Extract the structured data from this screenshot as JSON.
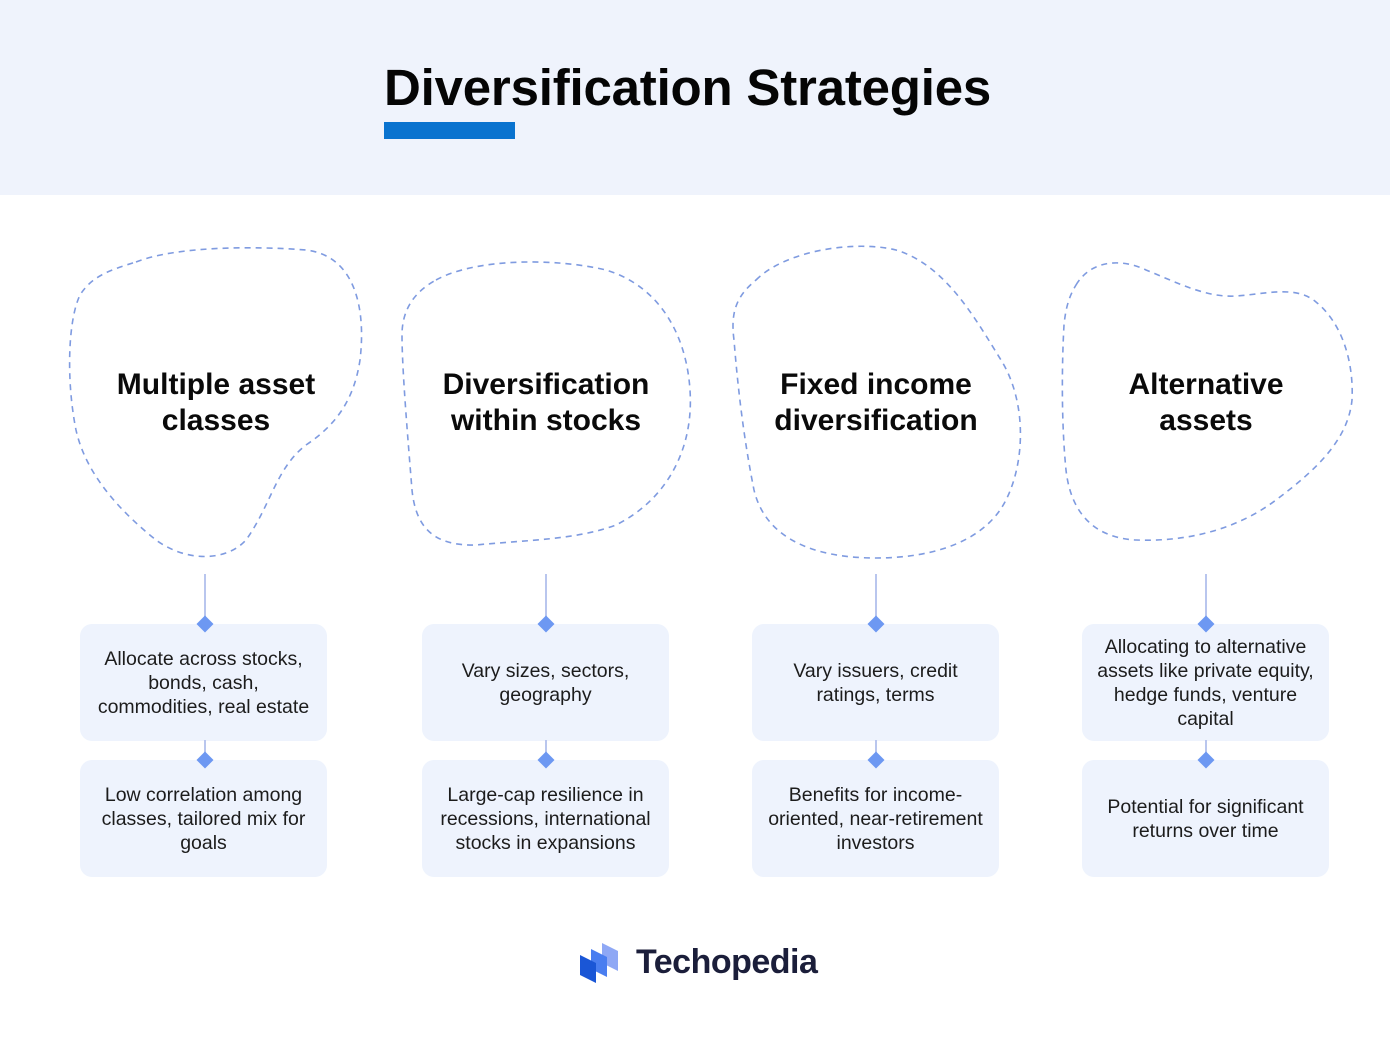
{
  "header": {
    "title": "Diversification Strategies",
    "accent_color": "#0a73cf",
    "background_color": "#eff3fc"
  },
  "strategies": [
    {
      "title": "Multiple asset classes",
      "title_lines": [
        "Multiple asset",
        "classes"
      ],
      "cards": [
        "Allocate across stocks, bonds, cash, commodities, real estate",
        "Low correlation among classes, tailored mix for goals"
      ]
    },
    {
      "title": "Diversification within stocks",
      "title_lines": [
        "Diversification",
        "within stocks"
      ],
      "cards": [
        "Vary sizes, sectors, geography",
        "Large-cap resilience in recessions, international stocks in expansions"
      ]
    },
    {
      "title": "Fixed income diversification",
      "title_lines": [
        "Fixed income",
        "diversification"
      ],
      "cards": [
        "Vary issuers, credit ratings, terms",
        "Benefits for income-oriented, near-retirement investors"
      ]
    },
    {
      "title": "Alternative assets",
      "title_lines": [
        "Alternative",
        "assets"
      ],
      "cards": [
        "Allocating to alternative assets like private equity, hedge funds, venture capital",
        "Potential for significant returns over time"
      ]
    }
  ],
  "colors": {
    "blob_dash": "#7f9be0",
    "card_bg": "#eef3fd",
    "connector": "#b9c6ee",
    "diamond": "#6d98f2"
  },
  "footer": {
    "brand": "Techopedia",
    "logo_icon": "techopedia-logo-icon"
  }
}
